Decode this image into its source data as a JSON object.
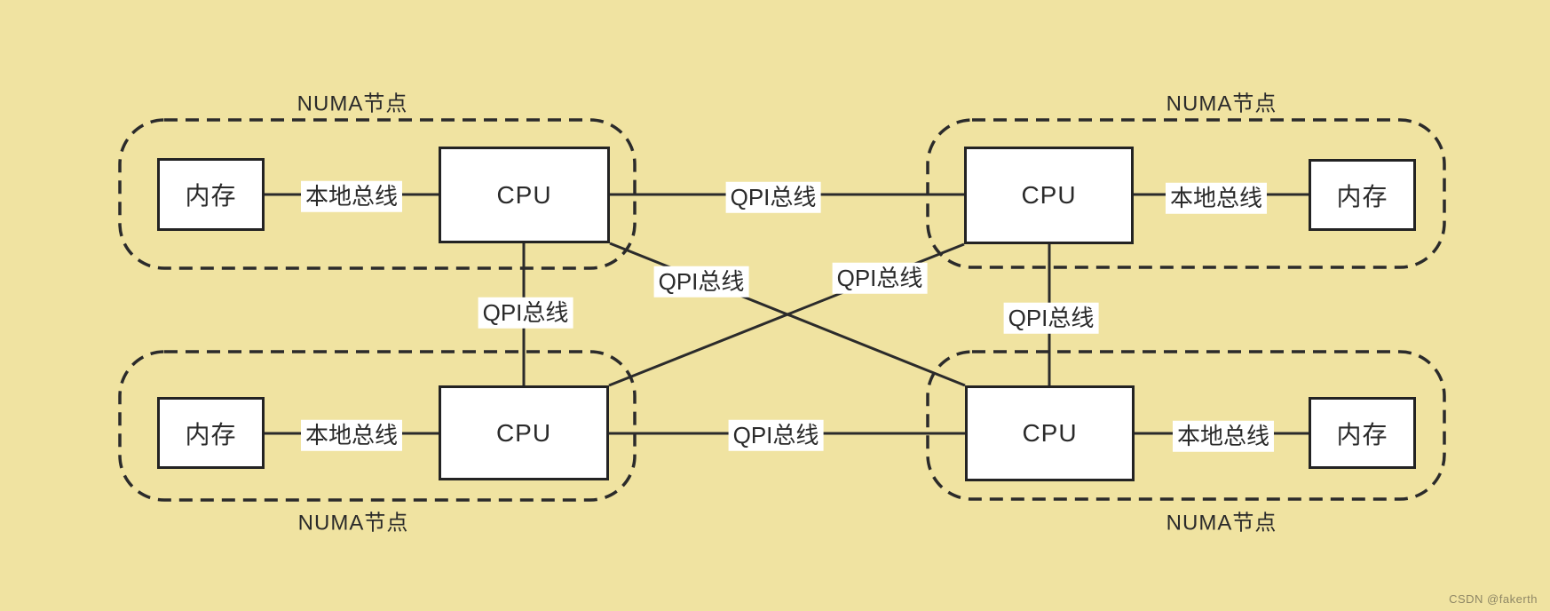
{
  "diagram": {
    "type": "architecture-diagram",
    "labels": {
      "numa_node": "NUMA节点",
      "cpu": "CPU",
      "memory": "内存",
      "local_bus": "本地总线",
      "qpi_bus": "QPI总线"
    },
    "nodes": [
      {
        "position": "top-left",
        "label": "NUMA节点",
        "contains": [
          "内存",
          "CPU"
        ],
        "internal_bus": "本地总线"
      },
      {
        "position": "top-right",
        "label": "NUMA节点",
        "contains": [
          "CPU",
          "内存"
        ],
        "internal_bus": "本地总线"
      },
      {
        "position": "bottom-left",
        "label": "NUMA节点",
        "contains": [
          "内存",
          "CPU"
        ],
        "internal_bus": "本地总线"
      },
      {
        "position": "bottom-right",
        "label": "NUMA节点",
        "contains": [
          "CPU",
          "内存"
        ],
        "internal_bus": "本地总线"
      }
    ],
    "connections": [
      {
        "from": "top-left CPU",
        "to": "top-right CPU",
        "label": "QPI总线",
        "shape": "horizontal"
      },
      {
        "from": "bottom-left CPU",
        "to": "bottom-right CPU",
        "label": "QPI总线",
        "shape": "horizontal"
      },
      {
        "from": "top-left CPU",
        "to": "bottom-left CPU",
        "label": "QPI总线",
        "shape": "vertical"
      },
      {
        "from": "top-right CPU",
        "to": "bottom-right CPU",
        "label": "QPI总线",
        "shape": "vertical"
      },
      {
        "from": "top-left CPU",
        "to": "bottom-right CPU",
        "label": "QPI总线",
        "shape": "diagonal"
      },
      {
        "from": "top-right CPU",
        "to": "bottom-left CPU",
        "label": "QPI总线",
        "shape": "diagonal"
      }
    ],
    "colors": {
      "background": "#f0e3a1",
      "line": "#2b2b2b",
      "box_fill": "#ffffff",
      "text": "#2a2a2a"
    }
  },
  "watermark": {
    "text": "CSDN @fakerth"
  }
}
